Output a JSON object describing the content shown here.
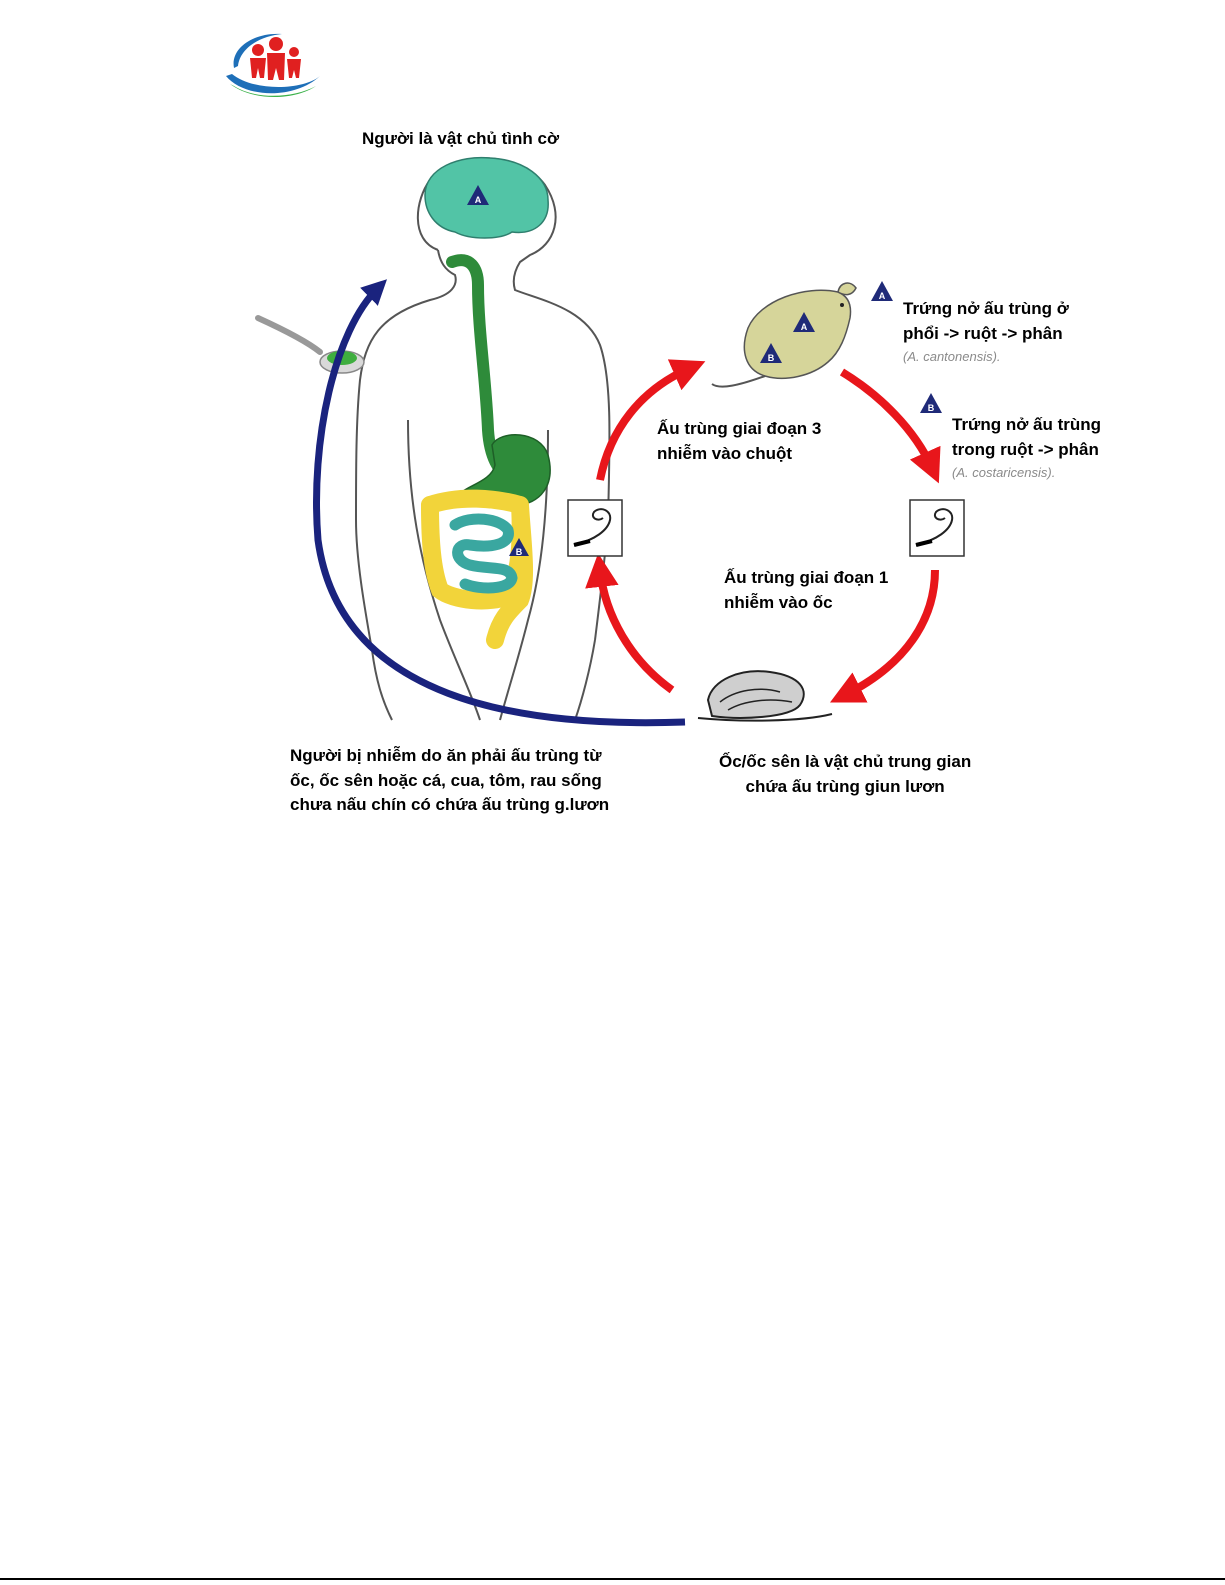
{
  "logo": {
    "name": "family-logo",
    "colors": [
      "#e02020",
      "#1e6fb8",
      "#3cb24a"
    ]
  },
  "diagram": {
    "title_human": "Người là vật chủ tình cờ",
    "rat_label_a": {
      "line1": "Trứng nở ấu trùng ở",
      "line2": "phổi -> ruột -> phân",
      "species": "(A. cantonensis)."
    },
    "rat_label_b": {
      "line1": "Trứng nở ấu trùng",
      "line2": "trong ruột -> phân",
      "species": "(A. costaricensis)."
    },
    "stage3": {
      "line1": "Ấu trùng giai đoạn 3",
      "line2": "nhiễm vào chuột"
    },
    "stage1": {
      "line1": "Ấu trùng giai đoạn 1",
      "line2": "nhiễm vào ốc"
    },
    "infection": {
      "line1": "Người bị nhiễm do ăn phải ấu trùng từ",
      "line2": "ốc, ốc sên hoặc cá, cua, tôm, rau sống",
      "line3": "chưa nấu chín có chứa ấu trùng g.lươn"
    },
    "snail": {
      "line1": "Ốc/ốc sên là vật chủ trung gian",
      "line2": "chứa ấu trùng giun lươn"
    },
    "markers": {
      "a": "A",
      "b": "B"
    },
    "colors": {
      "cycle_red": "#e8161b",
      "human_path_blue": "#1a237e",
      "brain_teal": "#52c4a6",
      "gut_green": "#2e8b3a",
      "colon_yellow": "#f2d43a",
      "intestine_teal": "#3aa7a0",
      "rat_khaki": "#d6d59a",
      "marker_navy": "#1f2a78"
    }
  }
}
